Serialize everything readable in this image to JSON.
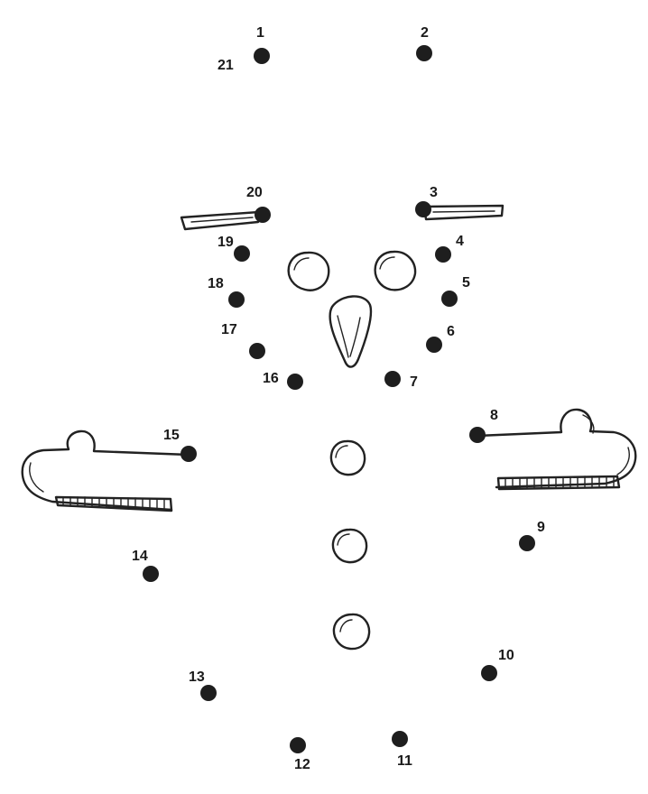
{
  "puzzle": {
    "dot_labels": [
      "1",
      "2",
      "3",
      "4",
      "5",
      "6",
      "7",
      "8",
      "9",
      "10",
      "11",
      "12",
      "13",
      "14",
      "15",
      "16",
      "17",
      "18",
      "19",
      "20",
      "21"
    ],
    "colors": {
      "ink": "#1e1e1e",
      "paper": "#ffffff"
    },
    "drawn_parts": [
      "left-eye-icon",
      "right-eye-icon",
      "carrot-nose-icon",
      "left-eyebrow-icon",
      "right-eyebrow-icon",
      "left-mitten-icon",
      "right-mitten-icon",
      "button-icon"
    ]
  }
}
